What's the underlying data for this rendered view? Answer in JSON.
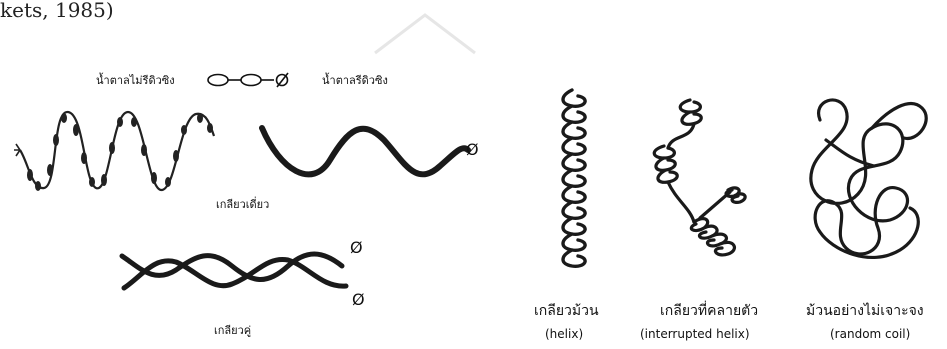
{
  "header": {
    "caption": "kets, 1985)"
  },
  "left_panel": {
    "legend_nonreducing": "น้ำตาลไม่รีดิวซิง",
    "legend_reducing": "น้ำตาลรีดิวซิง",
    "single_helix_label": "เกลียวเดี่ยว",
    "double_helix_label": "เกลียวคู่",
    "reducing_end_symbol_1": "Ø",
    "reducing_end_symbol_2": "Ø",
    "reducing_end_symbol_3": "Ø"
  },
  "right_panel": {
    "items": [
      {
        "thai": "เกลียวม้วน",
        "english": "(helix)"
      },
      {
        "thai": "เกลียวที่คลายตัว",
        "english": "(interrupted helix)"
      },
      {
        "thai": "ม้วนอย่างไม่เจาะจง",
        "english": "(random coil)"
      }
    ]
  }
}
